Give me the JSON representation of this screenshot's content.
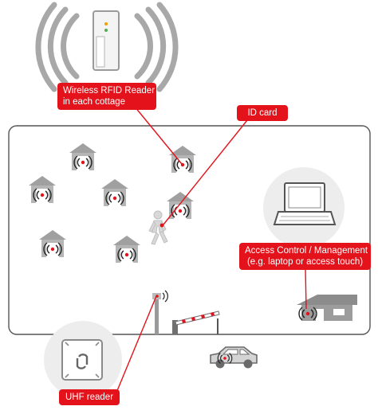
{
  "callouts": {
    "reader": {
      "line1": "Wireless RFID Reader",
      "line2": "in each cottage"
    },
    "id_card": "ID card",
    "access_control": {
      "line1": "Access Control / Management",
      "line2": "(e.g. laptop or access touch)"
    },
    "uhf_reader": "UHF reader"
  },
  "colors": {
    "accent": "#e3121b",
    "icon_gray": "#9a9a9a",
    "dark_gray": "#707070",
    "light_gray": "#cfcfcf",
    "circle_fill": "#ededed",
    "border": "#555555"
  },
  "icons": [
    "rfid-reader-icon",
    "cottage-icon",
    "person-icon",
    "laptop-icon",
    "barrier-gate-icon",
    "car-icon",
    "uhf-reader-icon",
    "house-icon",
    "antenna-icon"
  ]
}
